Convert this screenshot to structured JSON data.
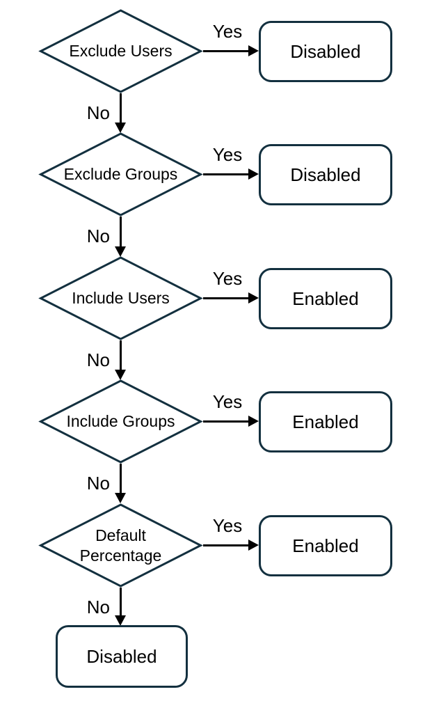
{
  "diagram": {
    "type": "flowchart",
    "labels": {
      "yes": "Yes",
      "no": "No"
    },
    "colors": {
      "node_border": "#13303f",
      "node_fill": "#ffffff",
      "arrow": "#000000",
      "text": "#000000",
      "background": "#ffffff"
    },
    "rows": [
      {
        "decision": "Exclude Users",
        "result": "Disabled"
      },
      {
        "decision": "Exclude Groups",
        "result": "Disabled"
      },
      {
        "decision": "Include Users",
        "result": "Enabled"
      },
      {
        "decision": "Include Groups",
        "result": "Enabled"
      },
      {
        "decision": "Default Percentage",
        "result": "Enabled"
      }
    ],
    "final": {
      "result": "Disabled"
    },
    "flow": "Each decision: Yes leads right to result box; No leads down to next decision; final No leads to Disabled"
  }
}
